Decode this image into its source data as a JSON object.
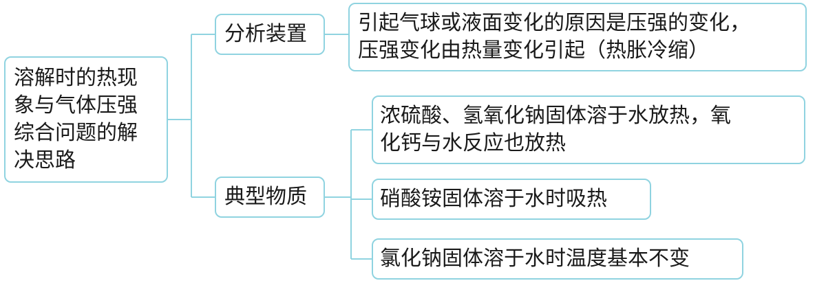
{
  "root": {
    "lines": [
      "溶解时的热现",
      "象与气体压强",
      "综合问题的解",
      "决思路"
    ]
  },
  "branches": [
    {
      "label": "分析装置",
      "details": [
        {
          "lines": [
            "引起气球或液面变化的原因是压强的变化，",
            "压强变化由热量变化引起（热胀冷缩）"
          ]
        }
      ]
    },
    {
      "label": "典型物质",
      "details": [
        {
          "lines": [
            "浓硫酸、氢氧化钠固体溶于水放热，氧",
            "化钙与水反应也放热"
          ]
        },
        {
          "lines": [
            "硝酸铵固体溶于水时吸热"
          ]
        },
        {
          "lines": [
            "氯化钠固体溶于水时温度基本不变"
          ]
        }
      ]
    }
  ],
  "colors": {
    "border": "#8fd3e0",
    "connector": "#8fd3e0",
    "text": "#1a1a1a"
  }
}
